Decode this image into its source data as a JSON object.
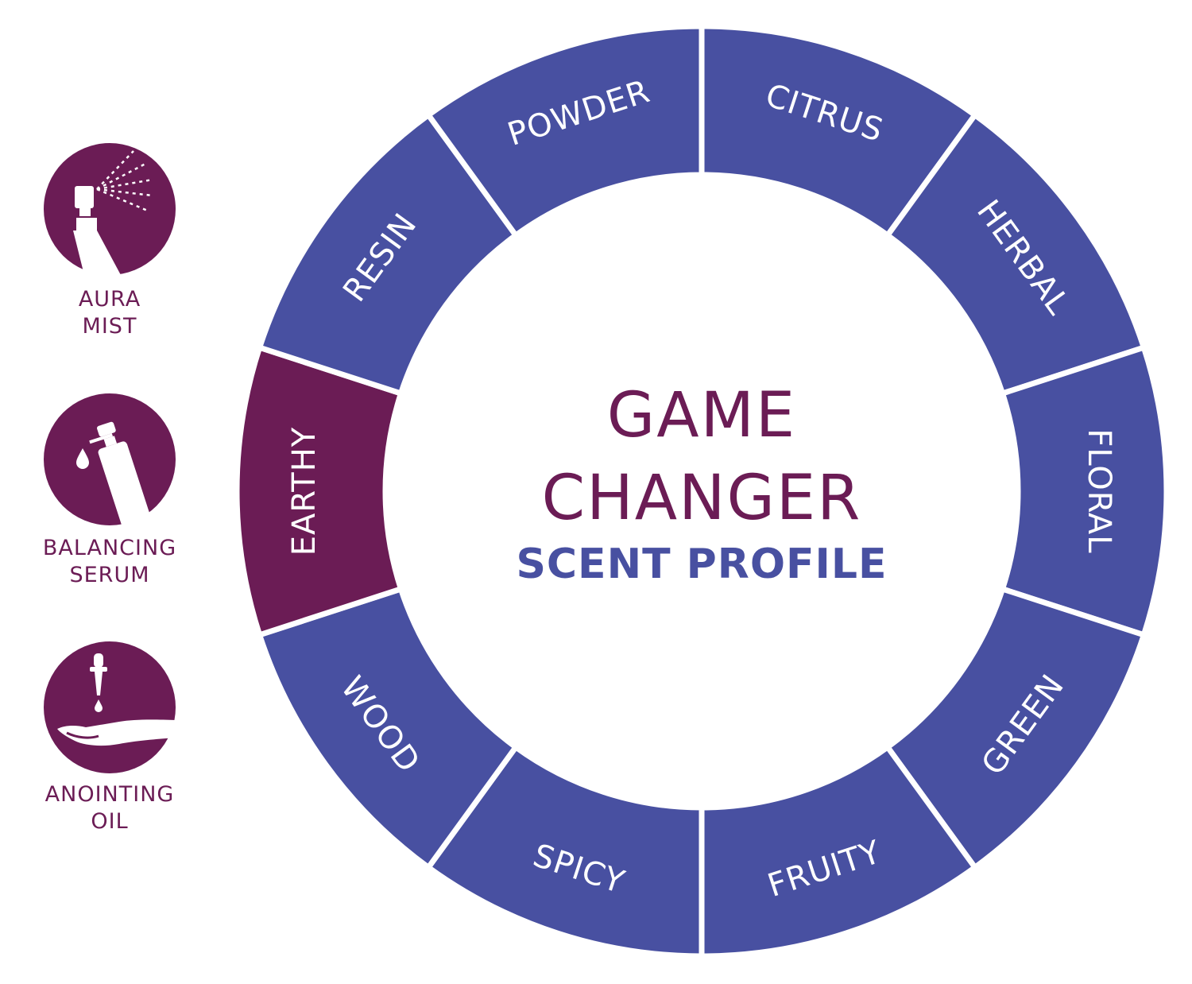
{
  "colors": {
    "segment": "#4850a1",
    "highlight": "#6b1c55",
    "background": "#ffffff"
  },
  "wheel": {
    "highlighted_segment": "EARTHY",
    "segments": [
      {
        "label": "CITRUS"
      },
      {
        "label": "HERBAL"
      },
      {
        "label": "FLORAL"
      },
      {
        "label": "GREEN"
      },
      {
        "label": "FRUITY"
      },
      {
        "label": "SPICY"
      },
      {
        "label": "WOOD"
      },
      {
        "label": "EARTHY"
      },
      {
        "label": "RESIN"
      },
      {
        "label": "POWDER"
      }
    ]
  },
  "center": {
    "title_line1": "GAME",
    "title_line2": "CHANGER",
    "subtitle": "SCENT PROFILE"
  },
  "products": [
    {
      "icon": "spray-bottle-icon",
      "line1": "AURA",
      "line2": "MIST"
    },
    {
      "icon": "serum-pump-bottle-icon",
      "line1": "BALANCING",
      "line2": "SERUM"
    },
    {
      "icon": "dropper-hand-icon",
      "line1": "ANOINTING",
      "line2": "OIL"
    }
  ]
}
